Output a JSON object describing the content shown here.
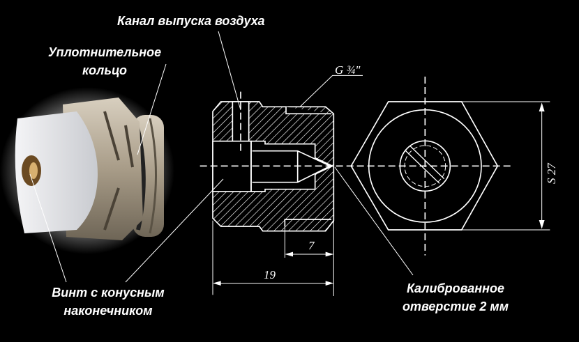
{
  "labels": {
    "air_channel": "Канал выпуска воздуха",
    "seal_ring": [
      "Уплотнительное",
      "кольцо"
    ],
    "cone_screw": [
      "Винт с конусным",
      "наконечником"
    ],
    "calibrated_hole": [
      "Калиброванное",
      "отверстие 2 мм"
    ]
  },
  "drawing": {
    "thread": "G ¾\"",
    "dim_length": "19",
    "dim_thread_length": "7",
    "dim_hex": "S 27"
  },
  "colors": {
    "background": "#000000",
    "lines": "#ffffff"
  }
}
